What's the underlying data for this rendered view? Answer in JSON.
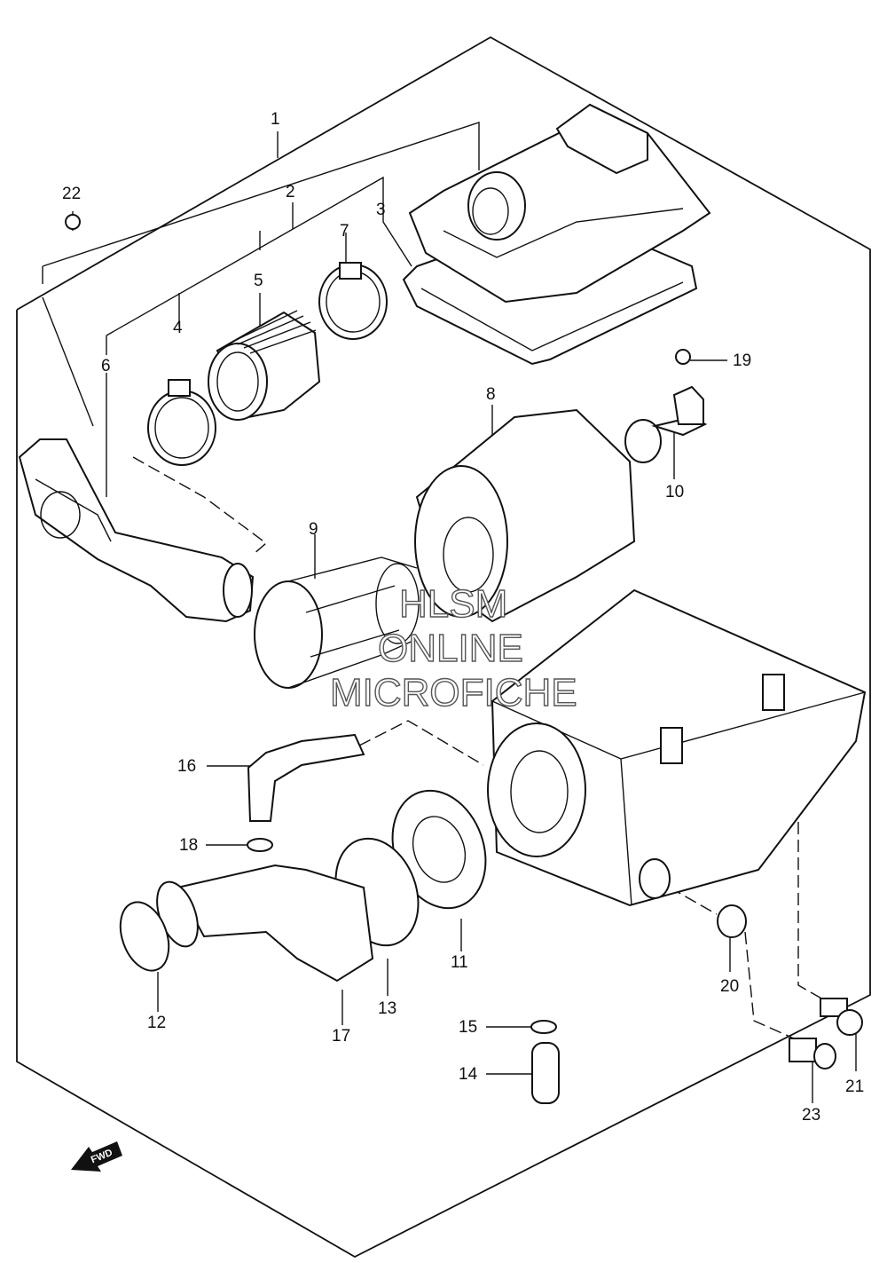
{
  "callouts": [
    "1",
    "2",
    "3",
    "4",
    "5",
    "6",
    "7",
    "8",
    "9",
    "10",
    "11",
    "12",
    "13",
    "14",
    "15",
    "16",
    "17",
    "18",
    "19",
    "20",
    "21",
    "22",
    "23"
  ],
  "watermark": [
    "HLSM",
    "ONLINE",
    "MICROFICHE"
  ],
  "direction_marker": "FWD"
}
